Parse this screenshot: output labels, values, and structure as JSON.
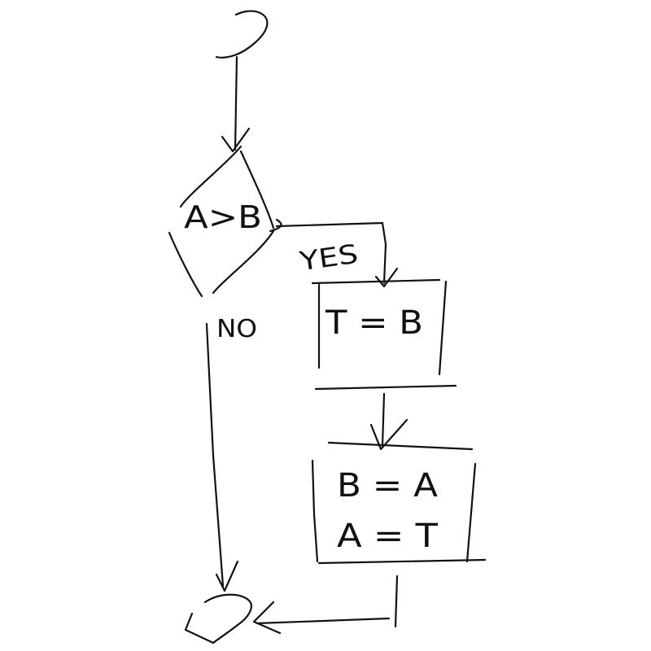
{
  "diagram": {
    "decision": {
      "condition": "A>B"
    },
    "branches": {
      "yes_label": "YES",
      "no_label": "NO"
    },
    "process_1": {
      "line1": "T = B"
    },
    "process_2": {
      "line1": "B = A",
      "line2": "A = T"
    },
    "ink_color": "#111111",
    "background": "#ffffff"
  }
}
